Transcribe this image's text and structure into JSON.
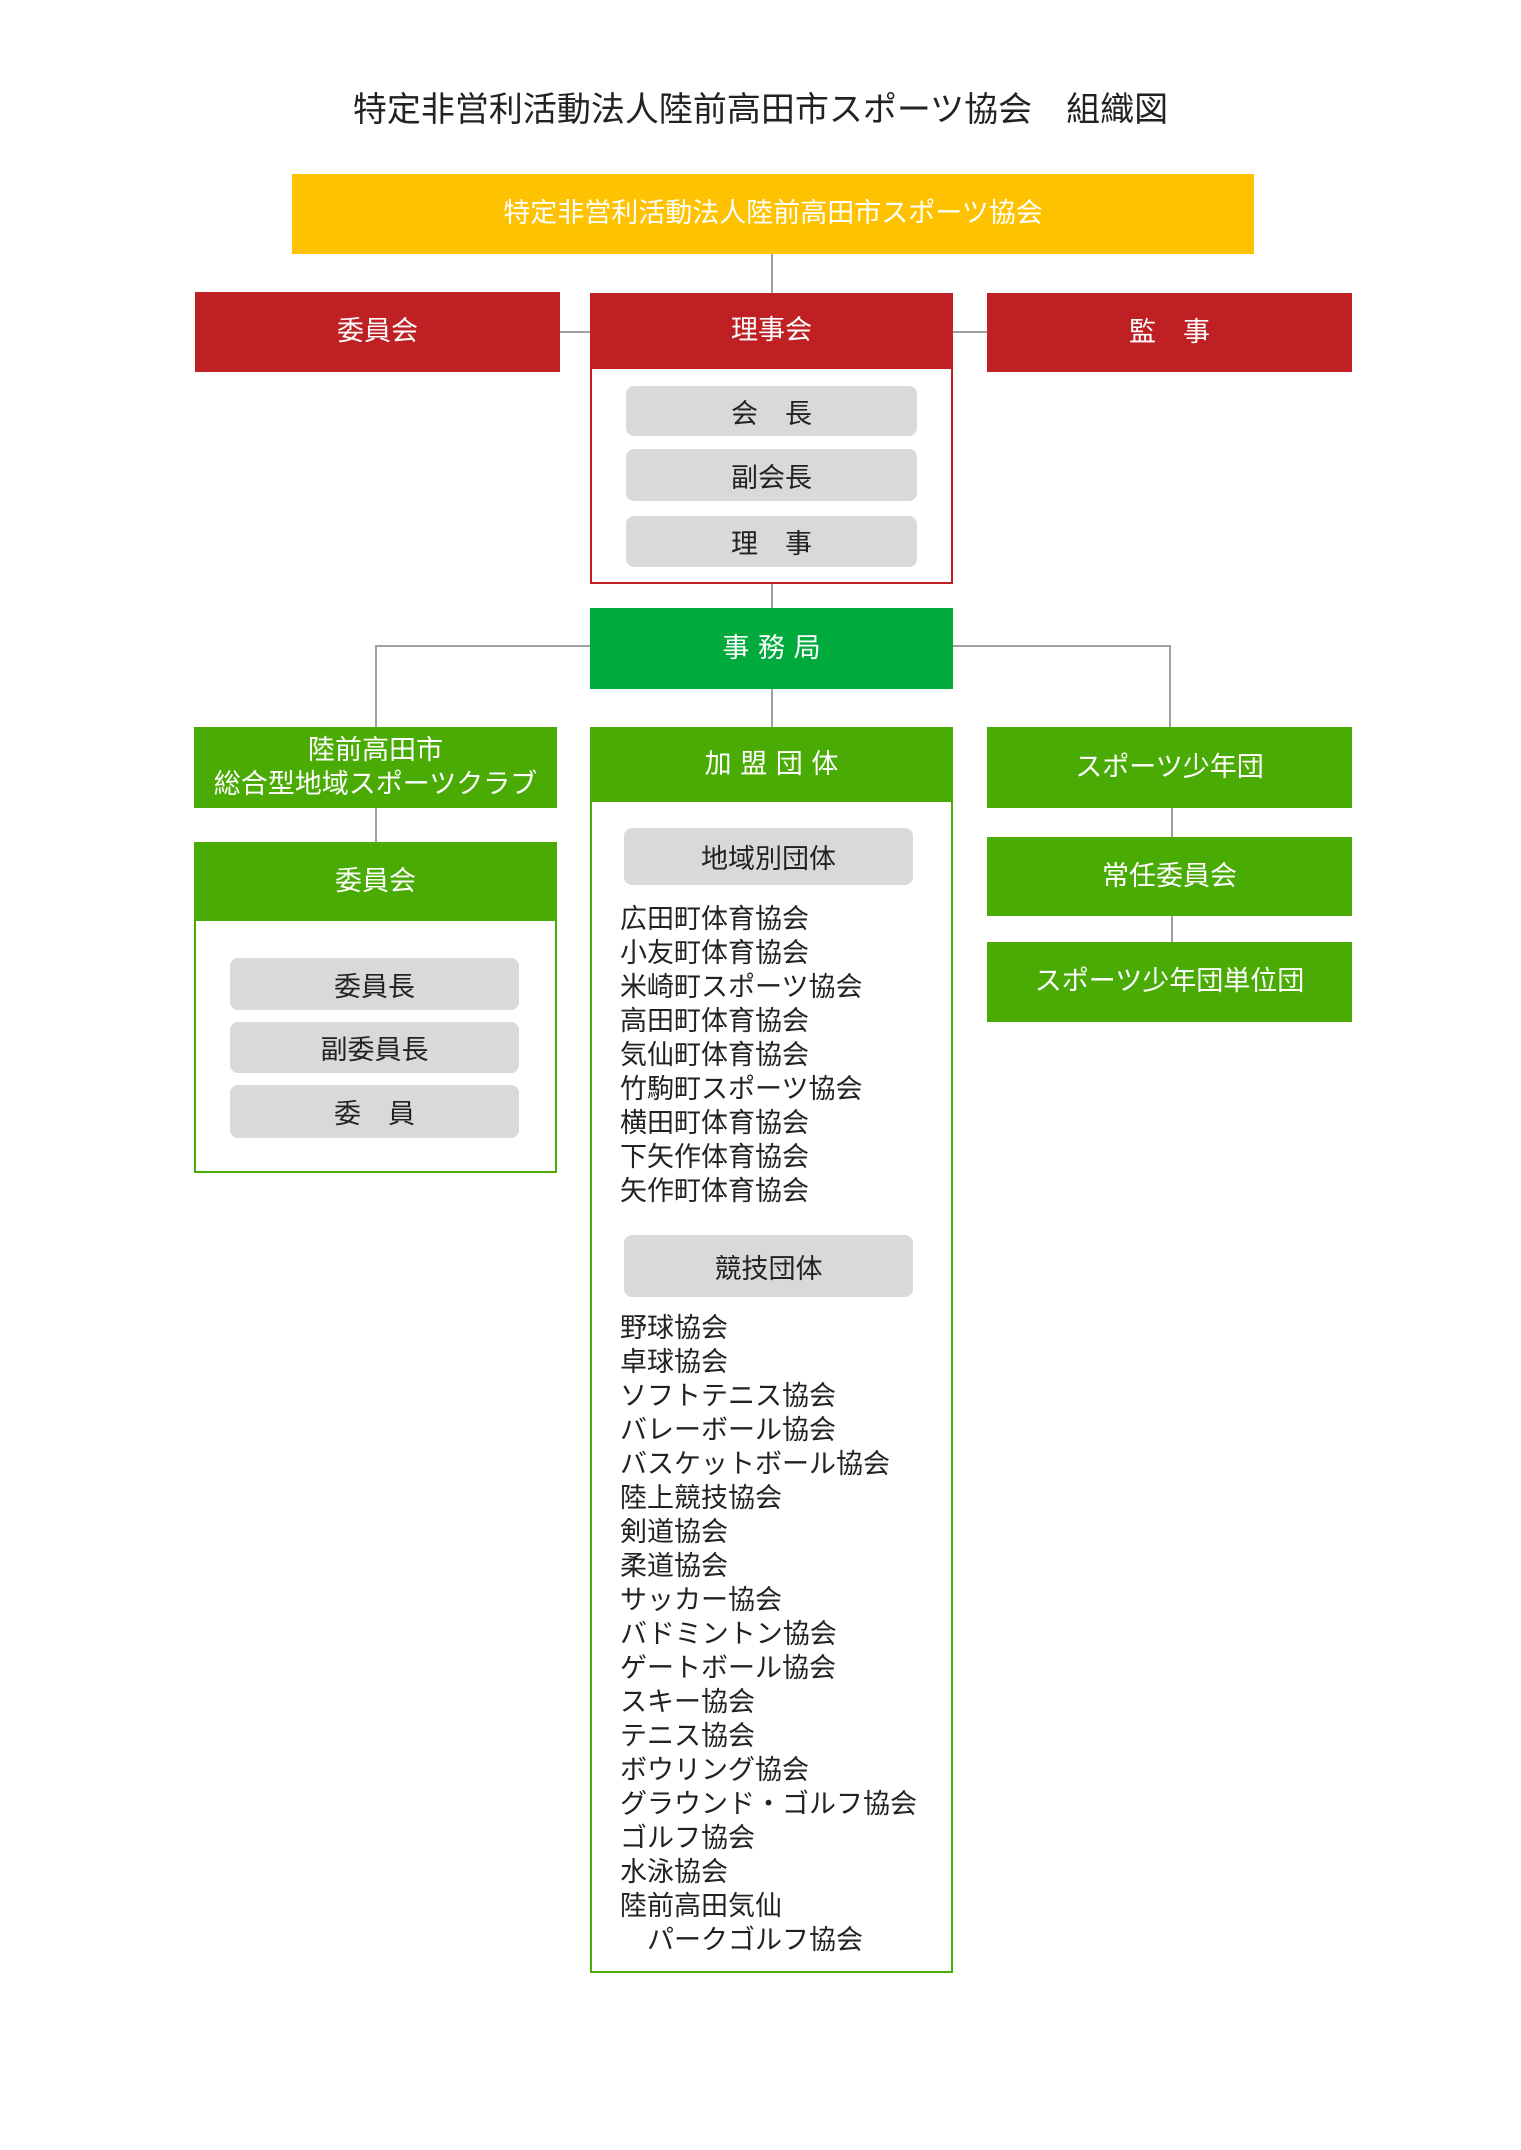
{
  "title": "特定非営利活動法人陸前高田市スポーツ協会　組織図",
  "root": "特定非営利活動法人陸前高田市スポーツ協会",
  "committee": "委員会",
  "board": {
    "label": "理事会",
    "members": [
      "会　長",
      "副会長",
      "理　事"
    ]
  },
  "auditor": "監　事",
  "secretariat": "事 務 局",
  "club": {
    "label_line1": "陸前高田市",
    "label_line2": "総合型地域スポーツクラブ",
    "committee": "委員会",
    "members": [
      "委員長",
      "副委員長",
      "委　員"
    ]
  },
  "member_groups": {
    "label": "加 盟 団 体",
    "regional": {
      "label": "地域別団体",
      "items": [
        "広田町体育協会",
        "小友町体育協会",
        "米崎町スポーツ協会",
        "高田町体育協会",
        "気仙町体育協会",
        "竹駒町スポーツ協会",
        "横田町体育協会",
        "下矢作体育協会",
        "矢作町体育協会"
      ]
    },
    "sports": {
      "label": "競技団体",
      "items": [
        "野球協会",
        "卓球協会",
        "ソフトテニス協会",
        "バレーボール協会",
        "バスケットボール協会",
        "陸上競技協会",
        "剣道協会",
        "柔道協会",
        "サッカー協会",
        "バドミントン協会",
        "ゲートボール協会",
        "スキー協会",
        "テニス協会",
        "ボウリング協会",
        "グラウンド・ゴルフ協会",
        "ゴルフ協会",
        "水泳協会",
        "陸前高田気仙",
        "　パークゴルフ協会"
      ]
    }
  },
  "youth": {
    "label": "スポーツ少年団",
    "standing": "常任委員会",
    "units": "スポーツ少年団単位団"
  }
}
